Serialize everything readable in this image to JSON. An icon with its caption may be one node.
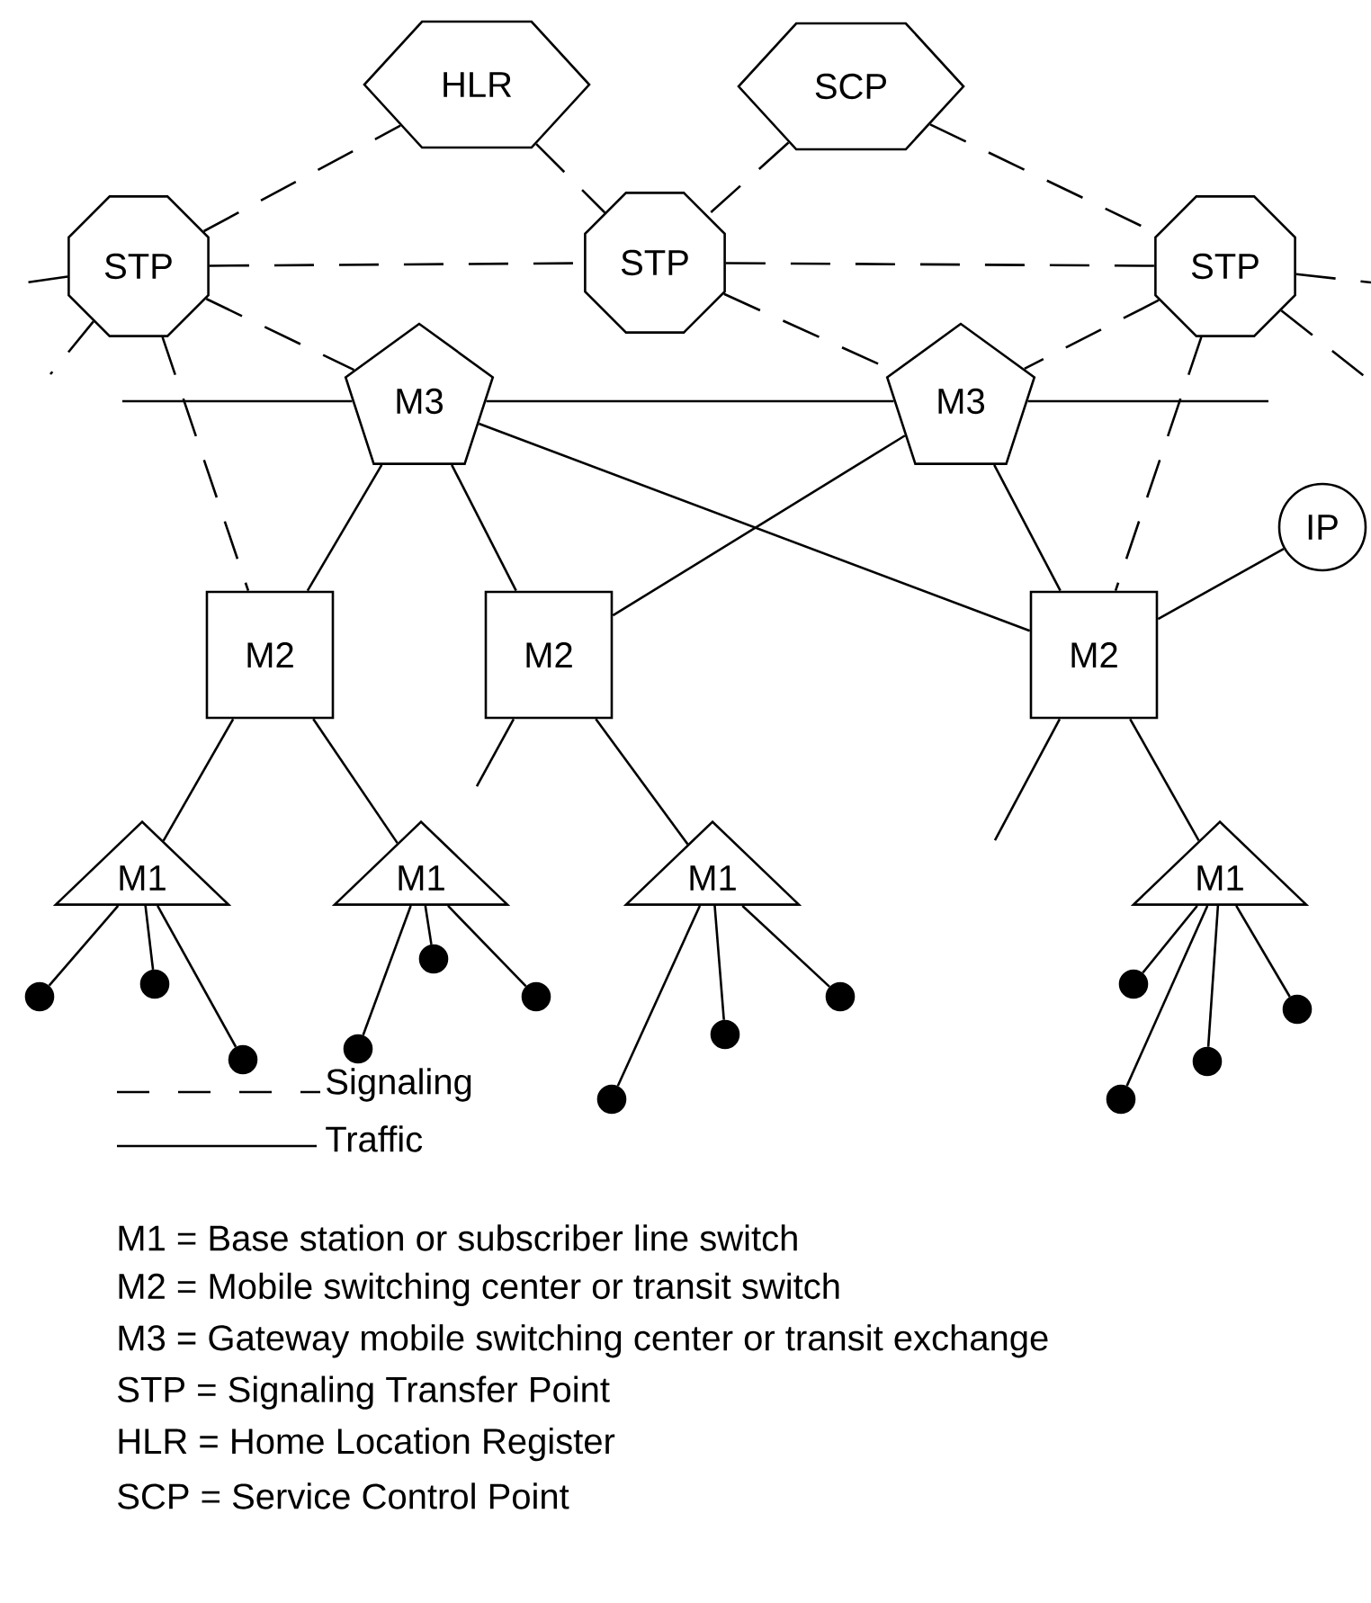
{
  "diagram": {
    "nodes": [
      {
        "text": [
          "HLR"
        ]
      },
      {
        "text": [
          "SCP"
        ]
      },
      {
        "text": [
          "STP"
        ]
      },
      {
        "text": [
          "STP"
        ]
      },
      {
        "text": [
          "STP"
        ]
      },
      {
        "text": [
          "M3"
        ]
      },
      {
        "text": [
          "M3"
        ]
      },
      {
        "text": [
          "M2"
        ]
      },
      {
        "text": [
          "M2"
        ]
      },
      {
        "text": [
          "M2"
        ]
      },
      {
        "text": [
          "IP"
        ]
      },
      {
        "text": [
          "M1"
        ]
      },
      {
        "text": [
          "M1"
        ]
      },
      {
        "text": [
          "M1"
        ]
      },
      {
        "text": [
          "M1"
        ]
      },
      {
        "text": [],
        "shape": "circle"
      },
      {
        "text": [],
        "shape": "circle"
      },
      {
        "text": [],
        "shape": "circle"
      },
      {
        "text": [],
        "shape": "circle"
      },
      {
        "text": [],
        "shape": "circle"
      },
      {
        "text": [],
        "shape": "circle"
      },
      {
        "text": [],
        "shape": "circle"
      },
      {
        "text": [],
        "shape": "circle"
      },
      {
        "text": [],
        "shape": "circle"
      },
      {
        "text": [],
        "shape": "circle"
      },
      {
        "text": [],
        "shape": "circle"
      },
      {
        "text": [],
        "shape": "circle"
      },
      {
        "text": [],
        "shape": "circle"
      }
    ],
    "edges": [
      {
        "from": 2,
        "to": 0,
        "arrow": "none",
        "style": "dashed"
      },
      {
        "from": 0,
        "to": 3,
        "arrow": "none",
        "style": "dashed"
      },
      {
        "from": 1,
        "to": 3,
        "arrow": "none",
        "style": "dashed"
      },
      {
        "from": 1,
        "to": 4,
        "arrow": "none",
        "style": "dashed"
      },
      {
        "from": 2,
        "to": 3,
        "arrow": "none",
        "style": "dashed"
      },
      {
        "from": 3,
        "to": 4,
        "arrow": "none",
        "style": "dashed"
      },
      {
        "from": 2,
        "to": null,
        "arrow": "none",
        "style": "dashed"
      },
      {
        "from": 2,
        "to": null,
        "arrow": "none",
        "style": "dashed"
      },
      {
        "from": 4,
        "to": null,
        "arrow": "none",
        "style": "dashed"
      },
      {
        "from": 4,
        "to": null,
        "arrow": "none",
        "style": "dashed"
      },
      {
        "from": 2,
        "to": 5,
        "arrow": "none",
        "style": "dashed"
      },
      {
        "from": 3,
        "to": 6,
        "arrow": "none",
        "style": "dashed"
      },
      {
        "from": 4,
        "to": 6,
        "arrow": "none",
        "style": "dashed"
      },
      {
        "from": 2,
        "to": 7,
        "arrow": "none",
        "style": "dashed"
      },
      {
        "from": 4,
        "to": 9,
        "arrow": "none",
        "style": "dashed"
      },
      {
        "from": null,
        "to": 5,
        "arrow": "none"
      },
      {
        "from": 5,
        "to": 6,
        "arrow": "none"
      },
      {
        "from": 6,
        "to": null,
        "arrow": "none"
      },
      {
        "from": 5,
        "to": 7,
        "arrow": "none"
      },
      {
        "from": 5,
        "to": 8,
        "arrow": "none"
      },
      {
        "from": 5,
        "to": 9,
        "arrow": "none"
      },
      {
        "from": 6,
        "to": 8,
        "arrow": "none"
      },
      {
        "from": 6,
        "to": 9,
        "arrow": "none"
      },
      {
        "from": 9,
        "to": 10,
        "arrow": "none"
      },
      {
        "from": 7,
        "to": 11,
        "arrow": "none"
      },
      {
        "from": 7,
        "to": 12,
        "arrow": "none"
      },
      {
        "from": 8,
        "to": 13,
        "arrow": "none"
      },
      {
        "from": 8,
        "to": null,
        "arrow": "none"
      },
      {
        "from": 9,
        "to": 14,
        "arrow": "none"
      },
      {
        "from": 9,
        "to": null,
        "arrow": "none"
      },
      {
        "from": 11,
        "to": 15,
        "arrow": "none"
      },
      {
        "from": 11,
        "to": 16,
        "arrow": "none"
      },
      {
        "from": 11,
        "to": 17,
        "arrow": "none"
      },
      {
        "from": 12,
        "to": 18,
        "arrow": "none"
      },
      {
        "from": 12,
        "to": 19,
        "arrow": "none"
      },
      {
        "from": 12,
        "to": 20,
        "arrow": "none"
      },
      {
        "from": 13,
        "to": 21,
        "arrow": "none"
      },
      {
        "from": 13,
        "to": 22,
        "arrow": "none"
      },
      {
        "from": 13,
        "to": 23,
        "arrow": "none"
      },
      {
        "from": 14,
        "to": 24,
        "arrow": "none"
      },
      {
        "from": 14,
        "to": 25,
        "arrow": "none"
      },
      {
        "from": 14,
        "to": 26,
        "arrow": "none"
      },
      {
        "from": 14,
        "to": 27,
        "arrow": "none"
      }
    ],
    "labels": [
      "M1 = Base station or subscriber line switch",
      "M2 = Mobile switching center or transit switch",
      "M3 = Gateway mobile switching center or transit exchange",
      "STP = Signaling Transfer Point",
      "HLR = Home Location Register",
      "SCP = Service Control Point"
    ],
    "legend": [
      {
        "text": "Signaling"
      },
      {
        "text": "Traffic"
      }
    ]
  }
}
